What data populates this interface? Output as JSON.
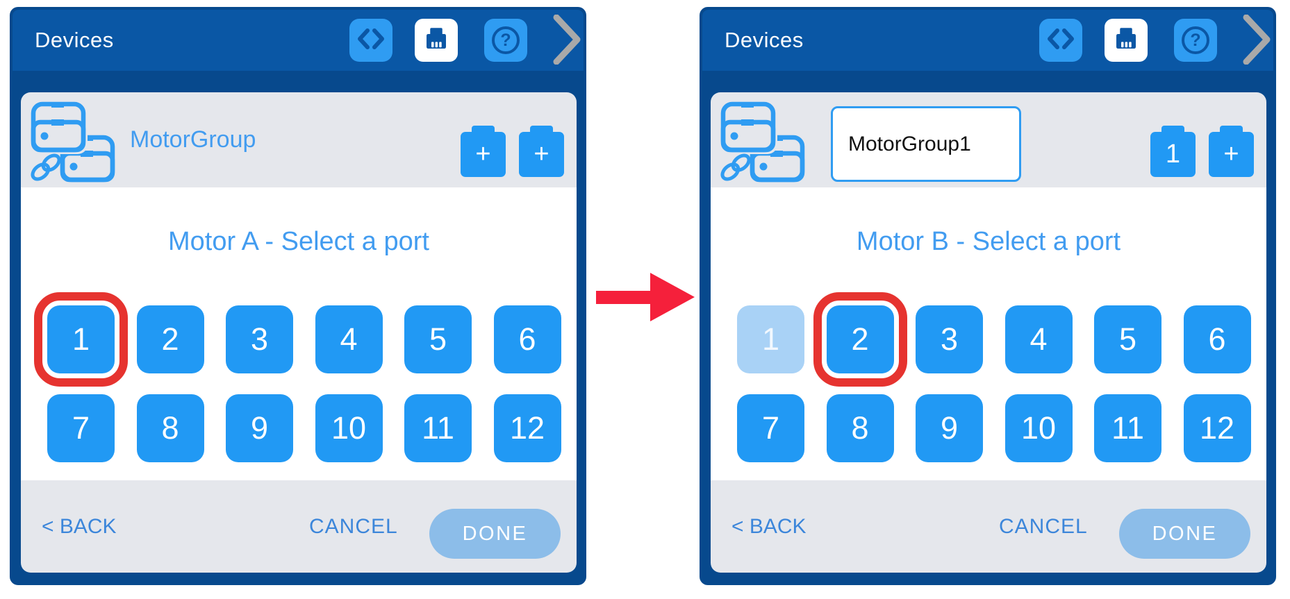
{
  "colors": {
    "panel_frame": "#07498d",
    "header_bar": "#0a57a5",
    "icon_tile_blue": "#2f9cf2",
    "icon_glyph_blue": "#0b57a5",
    "card_gray": "#e5e7ec",
    "accent_blue": "#429cf0",
    "port_blue": "#2199f4",
    "port_disabled_blue": "#a9d2f6",
    "footer_link_blue": "#3c86da",
    "done_disabled_blue": "#8cbde9",
    "highlight_ring_red": "#e6332f",
    "arrow_red": "#f5203b",
    "chevron_gray": "#a9a9a9"
  },
  "arrow": {
    "icon": "red-arrow-right"
  },
  "panels": [
    {
      "header": {
        "title": "Devices",
        "icons": {
          "code": "code-icon",
          "devices": "device-port-icon",
          "help": "help-icon",
          "expand": "chevron-right-icon"
        }
      },
      "device_row": {
        "icon": "motor-group-icon",
        "device_label": "MotorGroup",
        "motor_a_badge": "+",
        "motor_b_badge": "+"
      },
      "port_picker": {
        "title": "Motor A - Select a port",
        "ports": [
          {
            "label": "1",
            "highlighted": true
          },
          {
            "label": "2"
          },
          {
            "label": "3"
          },
          {
            "label": "4"
          },
          {
            "label": "5"
          },
          {
            "label": "6"
          },
          {
            "label": "7"
          },
          {
            "label": "8"
          },
          {
            "label": "9"
          },
          {
            "label": "10"
          },
          {
            "label": "11"
          },
          {
            "label": "12"
          }
        ]
      },
      "footer": {
        "back": "< BACK",
        "cancel": "CANCEL",
        "done": "DONE"
      }
    },
    {
      "header": {
        "title": "Devices",
        "icons": {
          "code": "code-icon",
          "devices": "device-port-icon",
          "help": "help-icon",
          "expand": "chevron-right-icon"
        }
      },
      "device_row": {
        "icon": "motor-group-icon",
        "device_name_value": "MotorGroup1",
        "motor_a_badge": "1",
        "motor_b_badge": "+"
      },
      "port_picker": {
        "title": "Motor B - Select a port",
        "ports": [
          {
            "label": "1",
            "disabled": true
          },
          {
            "label": "2",
            "highlighted": true
          },
          {
            "label": "3"
          },
          {
            "label": "4"
          },
          {
            "label": "5"
          },
          {
            "label": "6"
          },
          {
            "label": "7"
          },
          {
            "label": "8"
          },
          {
            "label": "9"
          },
          {
            "label": "10"
          },
          {
            "label": "11"
          },
          {
            "label": "12"
          }
        ]
      },
      "footer": {
        "back": "< BACK",
        "cancel": "CANCEL",
        "done": "DONE"
      }
    }
  ]
}
